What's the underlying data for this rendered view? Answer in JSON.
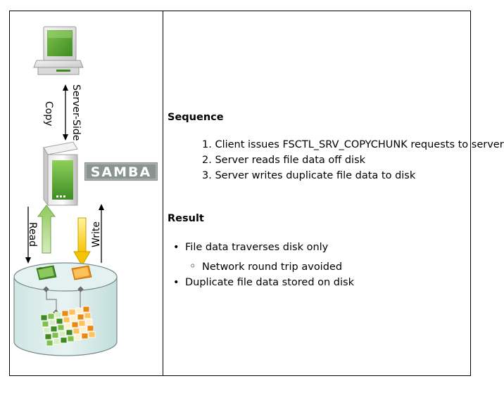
{
  "diagram": {
    "server_side_copy_label": [
      "Server-Side",
      "Copy"
    ],
    "samba_logo_text": "SAMBA",
    "read_label": "Read",
    "write_label": "Write"
  },
  "sequence": {
    "heading": "Sequence",
    "steps": [
      "1. Client issues FSCTL_SRV_COPYCHUNK requests to server",
      "2. Server reads file data off disk",
      "3. Server writes duplicate file data to disk"
    ]
  },
  "result": {
    "heading": "Result",
    "items": [
      "File data traverses disk only",
      "Network round trip avoided",
      "Duplicate file data stored on disk"
    ]
  }
}
